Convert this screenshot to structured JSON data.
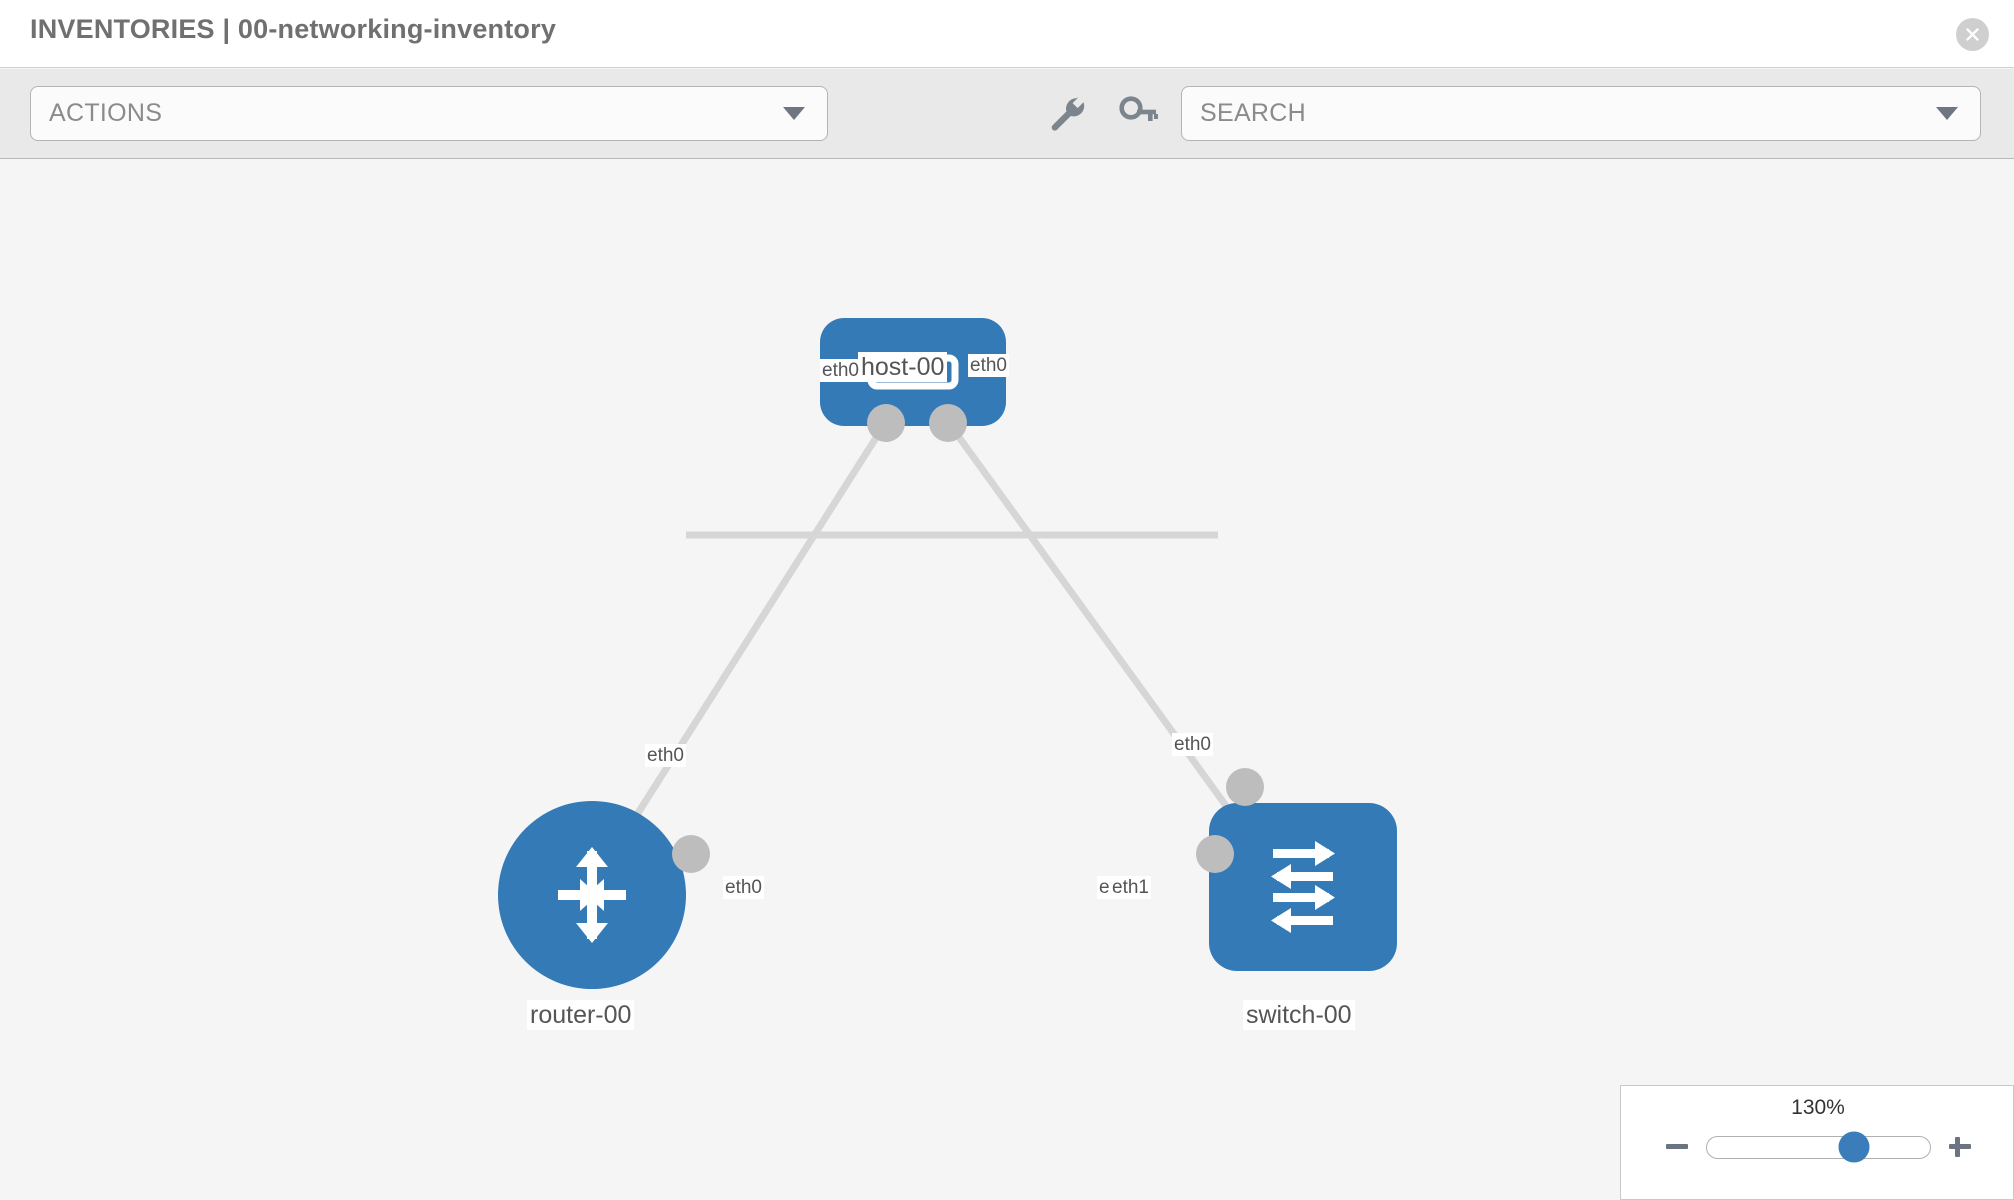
{
  "header": {
    "title": "INVENTORIES | 00-networking-inventory",
    "close_icon": "close-circle-icon"
  },
  "toolbar": {
    "actions_label": "ACTIONS",
    "actions_caret_icon": "chevron-down-icon",
    "wrench_icon": "wrench-icon",
    "key_icon": "key-icon",
    "search_placeholder": "SEARCH",
    "search_caret_icon": "chevron-down-icon"
  },
  "topology": {
    "nodes": [
      {
        "id": "host-00",
        "label": "host-00",
        "type": "host",
        "icon": "server-icon"
      },
      {
        "id": "router-00",
        "label": "router-00",
        "type": "router",
        "icon": "four-way-arrows-icon"
      },
      {
        "id": "switch-00",
        "label": "switch-00",
        "type": "switch",
        "icon": "switch-arrows-icon"
      }
    ],
    "edge_labels": {
      "host_left": "eth0",
      "host_right": "eth0",
      "router_up": "eth0",
      "switch_up": "eth0",
      "router_right": "eth0",
      "switch_left_a": "eth1",
      "switch_left_b": "eth1"
    },
    "colors": {
      "node_blue": "#337ab7",
      "port_gray": "#bdbdbd",
      "link_gray": "#d6d6d6",
      "canvas_bg": "#f5f5f5"
    }
  },
  "zoom_control": {
    "value": "130%",
    "minus_label": "minus-button",
    "plus_label": "plus-button",
    "thumb_position_percent": 66
  }
}
